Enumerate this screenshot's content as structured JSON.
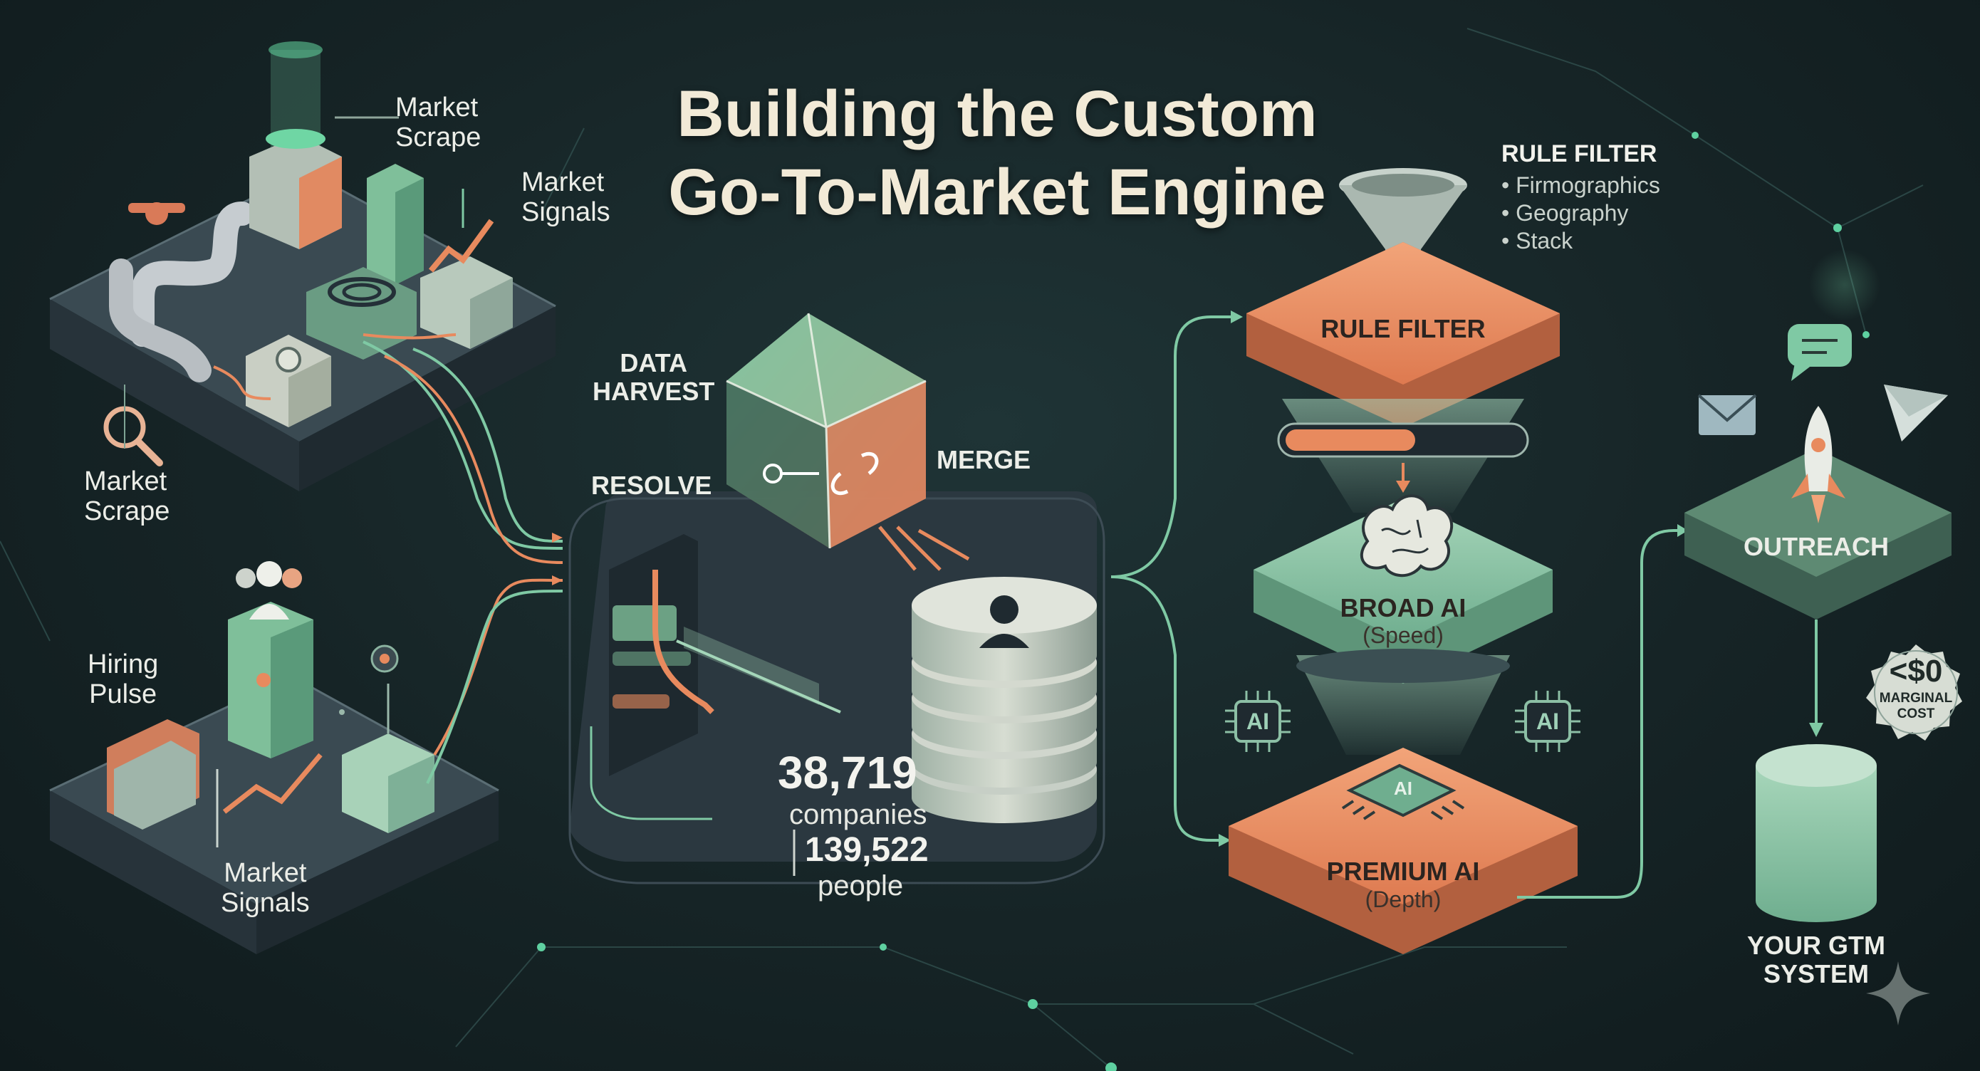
{
  "title": {
    "line1": "Building the Custom",
    "line2": "Go-To-Market Engine"
  },
  "sources": {
    "top_platform": {
      "market_scrape_top": "Market\nScrape",
      "market_signals_top": "Market\nSignals",
      "market_scrape_left": "Market\nScrape"
    },
    "bottom_platform": {
      "hiring_pulse": "Hiring\nPulse",
      "market_signals_bottom": "Market\nSignals"
    }
  },
  "hub": {
    "data_harvest": "DATA\nHARVEST",
    "resolve": "RESOLVE",
    "merge": "MERGE",
    "companies_count": "38,719",
    "companies_label": "companies",
    "people_count": "139,522",
    "people_label": "people"
  },
  "funnel": {
    "legend_title": "RULE FILTER",
    "legend_items": [
      "Firmographics",
      "Geography",
      "Stack"
    ],
    "rule_filter": "RULE FILTER",
    "progress": 0.55,
    "broad_ai": "BROAD AI",
    "broad_ai_sub": "(Speed)",
    "premium_ai": "PREMIUM AI",
    "premium_ai_sub": "(Depth)",
    "chip_left": "AI",
    "chip_right": "AI",
    "chip_center": "AI"
  },
  "output": {
    "outreach": "OUTREACH",
    "cost_value": "<$0",
    "cost_label": "MARGINAL\nCOST",
    "system_label": "YOUR GTM\nSYSTEM"
  },
  "icons": [
    "magnifier-icon",
    "people-icon",
    "robot-icon",
    "brain-icon",
    "rocket-icon",
    "envelope-icon",
    "chat-icon",
    "paper-plane-icon",
    "funnel-icon",
    "user-icon",
    "sparkle-icon"
  ],
  "colors": {
    "background": "#162426",
    "accent_green": "#7fc9a4",
    "accent_orange": "#e88a5e",
    "text_cream": "#f2ead7"
  }
}
